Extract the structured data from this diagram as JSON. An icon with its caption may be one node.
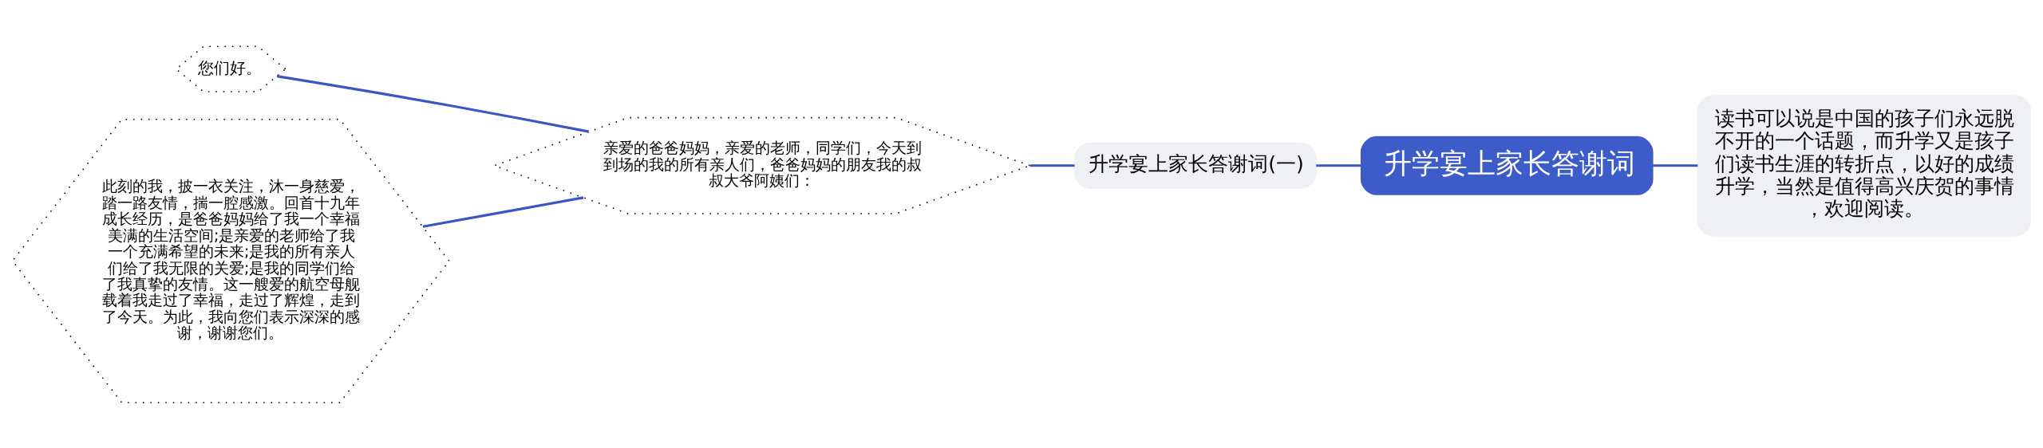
{
  "diagram": {
    "nodes": [
      {
        "text": [
          "升学宴上家长答谢词"
        ]
      },
      {
        "text": [
          "读书可以说是中国的孩子们永远脱不开的一个话题，而升学又是孩子们读书生涯的转折点，以好的成绩升学，当然是值得高兴庆贺的事情，欢迎阅读。"
        ]
      },
      {
        "text": [
          "升学宴上家长答谢词(一)"
        ]
      },
      {
        "text": [
          "亲爱的爸爸妈妈，亲爱的老师，同学们，今天到到场的我的所有亲人们，爸爸妈妈的朋友我的叔叔大爷阿姨们："
        ]
      },
      {
        "text": [
          "您们好。"
        ]
      },
      {
        "text": [
          "此刻的我，披一衣关注，沐一身慈爱，踏一路友情，揣一腔感激。回首十九年成长经历，是爸爸妈妈给了我一个幸福美满的生活空间;是亲爱的老师给了我一个充满希望的未来;是我的所有亲人们给了我无限的关爱;是我的同学们给了我真挚的友情。这一艘爱的航空母舰载着我走过了幸福，走过了辉煌，走到了今天。为此，我向您们表示深深的感谢，谢谢您们。"
        ]
      }
    ],
    "edges": [
      {
        "from": 0,
        "to": 1,
        "arrow": "none"
      },
      {
        "from": 0,
        "to": 2,
        "arrow": "none"
      },
      {
        "from": 2,
        "to": 3,
        "arrow": "none"
      },
      {
        "from": 3,
        "to": 4,
        "arrow": "none"
      },
      {
        "from": 3,
        "to": 5,
        "arrow": "none"
      }
    ]
  }
}
